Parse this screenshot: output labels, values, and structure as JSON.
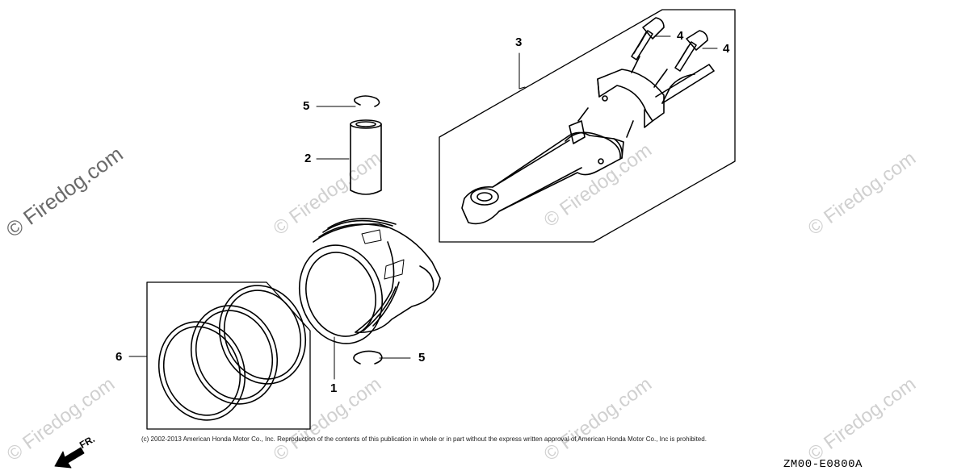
{
  "watermark": {
    "side": "© Firedog.com",
    "tile": "© Firedog.com"
  },
  "callouts": [
    {
      "id": "1",
      "label": "1"
    },
    {
      "id": "2",
      "label": "2"
    },
    {
      "id": "3",
      "label": "3"
    },
    {
      "id": "4a",
      "label": "4"
    },
    {
      "id": "4b",
      "label": "4"
    },
    {
      "id": "5a",
      "label": "5"
    },
    {
      "id": "5b",
      "label": "5"
    },
    {
      "id": "6",
      "label": "6"
    }
  ],
  "copyright": "(c) 2002-2013 American Honda Motor Co., Inc. Reproduction of the contents of this publication in whole or in part without the express written approval of American Honda Motor Co., Inc is prohibited.",
  "diagram_code": "ZM00-E0800A",
  "direction_label": "FR."
}
